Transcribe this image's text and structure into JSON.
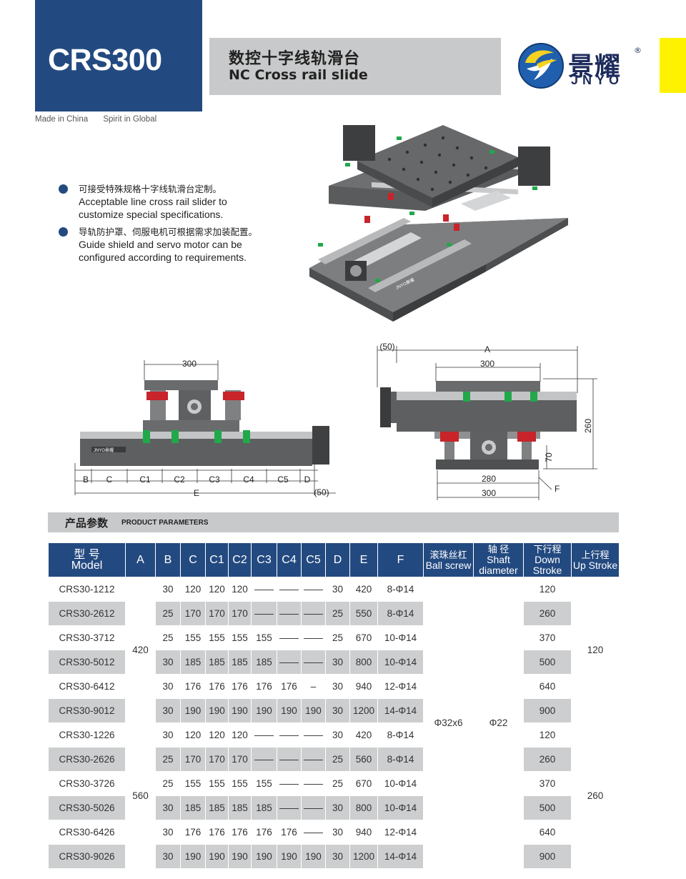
{
  "header": {
    "model": "CRS300",
    "tagline_1": "Made in China",
    "tagline_2": "Spirit in Global",
    "title_cn": "数控十字线轨滑台",
    "title_en": "NC Cross rail slide"
  },
  "brand": {
    "name_cn": "景耀",
    "name_en": "JNYO",
    "registered": "®",
    "colors": {
      "navy": "#234a80",
      "yellow": "#fff200",
      "logo_blue": "#1d2b5c",
      "gray_band": "#c8c9ca"
    }
  },
  "features": [
    {
      "cn": "可接受特殊规格十字线轨滑台定制。",
      "en_1": "Acceptable line cross rail slider to",
      "en_2": "customize special specifications."
    },
    {
      "cn": "导轨防护罩、伺服电机可根据需求加装配置。",
      "en_1": "Guide shield and servo motor can be",
      "en_2": "configured according to requirements."
    }
  ],
  "front_drawing": {
    "labels": {
      "top": "300",
      "b": "B",
      "c": "C",
      "c1": "C1",
      "c2": "C2",
      "c3": "C3",
      "c4": "C4",
      "c5": "C5",
      "d": "D",
      "e": "E",
      "motor": "(50)"
    },
    "plate_text": "JNYO景耀"
  },
  "side_drawing": {
    "labels": {
      "motor": "(50)",
      "a": "A",
      "top": "300",
      "height": "260",
      "base_h": "70",
      "inner": "280",
      "bottom": "300",
      "f": "F"
    }
  },
  "section": {
    "title_cn": "产品参数",
    "title_en": "PRODUCT PARAMETERS"
  },
  "table": {
    "headers": {
      "model_cn": "型 号",
      "model_en": "Model",
      "a": "A",
      "b": "B",
      "c": "C",
      "c1": "C1",
      "c2": "C2",
      "c3": "C3",
      "c4": "C4",
      "c5": "C5",
      "d": "D",
      "e": "E",
      "f": "F",
      "ball_cn": "滚珠丝杠",
      "ball_en": "Ball screw",
      "shaft_cn": "轴 径",
      "shaft_en_1": "Shaft",
      "shaft_en_2": "diameter",
      "down_cn": "下行程",
      "down_en_1": "Down",
      "down_en_2": "Stroke",
      "up_cn": "上行程",
      "up_en": "Up Stroke"
    },
    "a_group_1": "420",
    "a_group_2": "560",
    "ball_screw": "Φ32x6",
    "shaft": "Φ22",
    "up_group_1": "120",
    "up_group_2": "260",
    "rows": [
      {
        "model": "CRS30-1212",
        "b": "30",
        "c": "120",
        "c1": "120",
        "c2": "120",
        "c3": "——",
        "c4": "——",
        "c5": "——",
        "d": "30",
        "e": "420",
        "f": "8-Φ14",
        "down": "120"
      },
      {
        "model": "CRS30-2612",
        "b": "25",
        "c": "170",
        "c1": "170",
        "c2": "170",
        "c3": "——",
        "c4": "——",
        "c5": "——",
        "d": "25",
        "e": "550",
        "f": "8-Φ14",
        "down": "260"
      },
      {
        "model": "CRS30-3712",
        "b": "25",
        "c": "155",
        "c1": "155",
        "c2": "155",
        "c3": "155",
        "c4": "——",
        "c5": "——",
        "d": "25",
        "e": "670",
        "f": "10-Φ14",
        "down": "370"
      },
      {
        "model": "CRS30-5012",
        "b": "30",
        "c": "185",
        "c1": "185",
        "c2": "185",
        "c3": "185",
        "c4": "——",
        "c5": "——",
        "d": "30",
        "e": "800",
        "f": "10-Φ14",
        "down": "500"
      },
      {
        "model": "CRS30-6412",
        "b": "30",
        "c": "176",
        "c1": "176",
        "c2": "176",
        "c3": "176",
        "c4": "176",
        "c5": "–",
        "d": "30",
        "e": "940",
        "f": "12-Φ14",
        "down": "640"
      },
      {
        "model": "CRS30-9012",
        "b": "30",
        "c": "190",
        "c1": "190",
        "c2": "190",
        "c3": "190",
        "c4": "190",
        "c5": "190",
        "d": "30",
        "e": "1200",
        "f": "14-Φ14",
        "down": "900"
      },
      {
        "model": "CRS30-1226",
        "b": "30",
        "c": "120",
        "c1": "120",
        "c2": "120",
        "c3": "——",
        "c4": "——",
        "c5": "——",
        "d": "30",
        "e": "420",
        "f": "8-Φ14",
        "down": "120"
      },
      {
        "model": "CRS30-2626",
        "b": "25",
        "c": "170",
        "c1": "170",
        "c2": "170",
        "c3": "——",
        "c4": "——",
        "c5": "——",
        "d": "25",
        "e": "560",
        "f": "8-Φ14",
        "down": "260"
      },
      {
        "model": "CRS30-3726",
        "b": "25",
        "c": "155",
        "c1": "155",
        "c2": "155",
        "c3": "155",
        "c4": "——",
        "c5": "——",
        "d": "25",
        "e": "670",
        "f": "10-Φ14",
        "down": "370"
      },
      {
        "model": "CRS30-5026",
        "b": "30",
        "c": "185",
        "c1": "185",
        "c2": "185",
        "c3": "185",
        "c4": "——",
        "c5": "——",
        "d": "30",
        "e": "800",
        "f": "10-Φ14",
        "down": "500"
      },
      {
        "model": "CRS30-6426",
        "b": "30",
        "c": "176",
        "c1": "176",
        "c2": "176",
        "c3": "176",
        "c4": "176",
        "c5": "——",
        "d": "30",
        "e": "940",
        "f": "12-Φ14",
        "down": "640"
      },
      {
        "model": "CRS30-9026",
        "b": "30",
        "c": "190",
        "c1": "190",
        "c2": "190",
        "c3": "190",
        "c4": "190",
        "c5": "190",
        "d": "30",
        "e": "1200",
        "f": "14-Φ14",
        "down": "900"
      }
    ]
  }
}
